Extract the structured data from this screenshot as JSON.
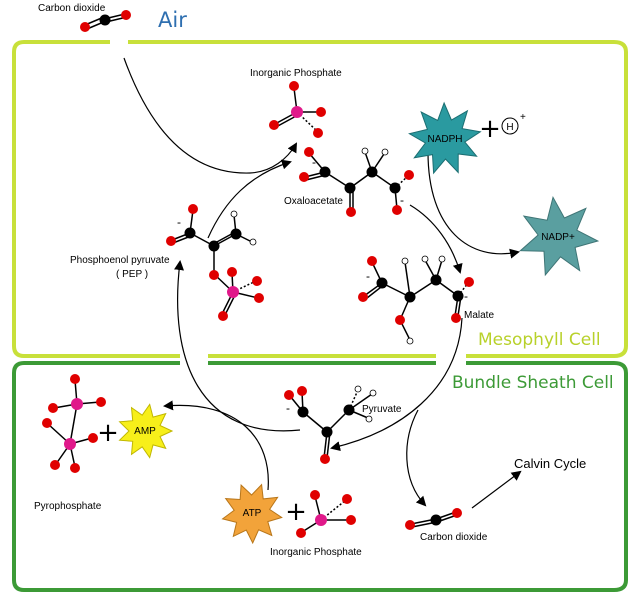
{
  "regions": {
    "air": "Air",
    "mesophyll": "Mesophyll Cell",
    "bundle_sheath": "Bundle Sheath Cell"
  },
  "molecules": {
    "co2_top": "Carbon dioxide",
    "pi_top": "Inorganic Phosphate",
    "oxaloacetate": "Oxaloacetate",
    "pep_line1": "Phosphoenol pyruvate",
    "pep_line2": "( PEP )",
    "malate": "Malate",
    "pyruvate": "Pyruvate",
    "pyrophosphate": "Pyrophosphate",
    "pi_bottom": "Inorganic Phosphate",
    "co2_bottom": "Carbon dioxide",
    "calvin": "Calvin Cycle"
  },
  "cofactors": {
    "nadph": "NADPH",
    "nadp": "NADP+",
    "hydrogen": "H",
    "hydrogen_charge": "+",
    "amp": "AMP",
    "atp": "ATP"
  },
  "symbols": {
    "plus": "+",
    "minus": "-"
  },
  "colors": {
    "air_text": "#2e6fb0",
    "mesophyll_border": "#c8e03a",
    "mesophyll_text": "#b8d12a",
    "bundle_border": "#3c9a36",
    "bundle_text": "#3c9a36",
    "carbon": "#000000",
    "oxygen": "#e00000",
    "phosphorus": "#e0198a",
    "nadph": "#2a9aa0",
    "nadp": "#5a9fa0",
    "amp": "#f7ef1a",
    "atp": "#f2a33a"
  }
}
